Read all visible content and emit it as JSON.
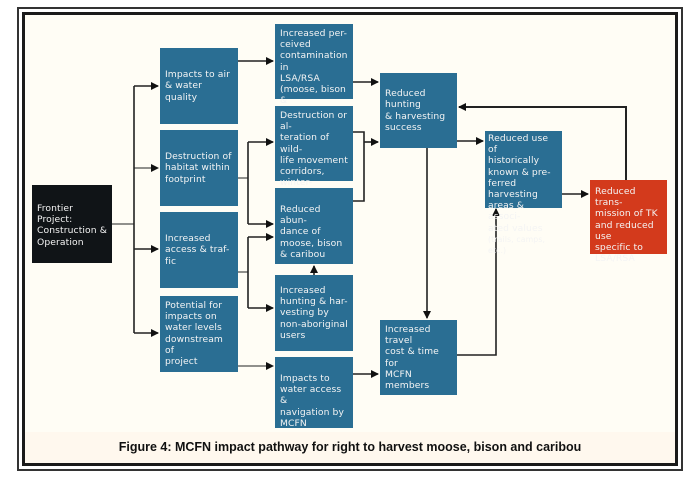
{
  "figure": {
    "caption": "Figure 4: MCFN impact pathway for right to harvest moose, bison and caribou",
    "colors": {
      "node_blue": "#2a6e93",
      "source_node": "#101417",
      "outcome_node": "#d33a1c",
      "background": "#fffdf5"
    }
  },
  "nodes": {
    "source": {
      "text": "Frontier Project:\nConstruction &\nOperation"
    },
    "air_water": {
      "text": "Impacts to air\n& water\nquality"
    },
    "habitat_destruction": {
      "text": "Destruction of\nhabitat within\nfootprint"
    },
    "access_traffic": {
      "text": "Increased\naccess & traf-\nfic"
    },
    "water_levels": {
      "text": "Potential for\nimpacts on\nwater levels\ndownstream of\nproject"
    },
    "contamination": {
      "text": "Increased per-\nceived\ncontamination in\nLSA/RSA\n(moose, bison &\ncaribou)"
    },
    "corridors": {
      "text": "Destruction or al-\nteration of wild-\nlife movement\ncorridors, winter-\ning areas & habi-\ntat"
    },
    "abundance": {
      "text": "Reduced abun-\ndance of\nmoose, bison\n& caribou"
    },
    "non_aboriginal": {
      "text": "Increased\nhunting & har-\nvesting by\nnon-aboriginal\nusers"
    },
    "water_access": {
      "text": "Impacts to\nwater access &\nnavigation by\nMCFN"
    },
    "hunting_success": {
      "text": "Reduced hunting\n& harvesting\nsuccess"
    },
    "travel_cost": {
      "text": "Increased travel\ncost & time for\nMCFN members"
    },
    "reduced_use": {
      "text": "Reduced use of\nhistorically\nknown & pre-\nferred harvesting\nareas & associ-\nated values",
      "note": "(trails, camps, etc.)"
    },
    "tk_transmission": {
      "text": "Reduced trans-\nmission of TK\nand reduced use\nspecific to\nLSA/RSA"
    }
  },
  "edges": [
    {
      "from": "source",
      "to": "air_water"
    },
    {
      "from": "source",
      "to": "habitat_destruction"
    },
    {
      "from": "source",
      "to": "access_traffic"
    },
    {
      "from": "source",
      "to": "water_levels"
    },
    {
      "from": "air_water",
      "to": "contamination"
    },
    {
      "from": "habitat_destruction",
      "to": "corridors"
    },
    {
      "from": "habitat_destruction",
      "to": "abundance"
    },
    {
      "from": "access_traffic",
      "to": "abundance"
    },
    {
      "from": "access_traffic",
      "to": "non_aboriginal"
    },
    {
      "from": "non_aboriginal",
      "to": "abundance"
    },
    {
      "from": "water_levels",
      "to": "water_access"
    },
    {
      "from": "contamination",
      "to": "hunting_success"
    },
    {
      "from": "corridors",
      "to": "hunting_success"
    },
    {
      "from": "abundance",
      "to": "hunting_success"
    },
    {
      "from": "water_access",
      "to": "travel_cost"
    },
    {
      "from": "hunting_success",
      "to": "reduced_use"
    },
    {
      "from": "hunting_success",
      "to": "travel_cost"
    },
    {
      "from": "travel_cost",
      "to": "reduced_use"
    },
    {
      "from": "reduced_use",
      "to": "tk_transmission"
    },
    {
      "from": "tk_transmission",
      "to": "hunting_success"
    }
  ]
}
